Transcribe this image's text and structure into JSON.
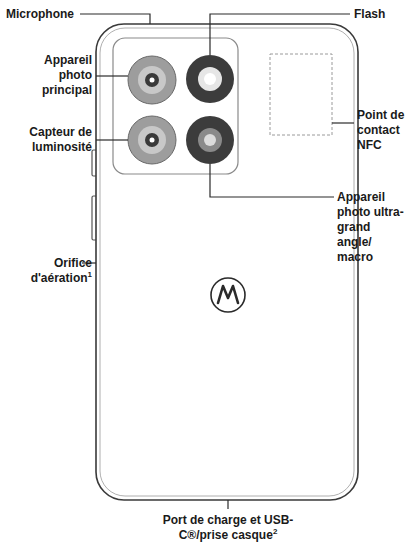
{
  "diagram": {
    "labels": [
      "Microphone",
      "Flash",
      "Appareil photo principal",
      "Capteur de luminosité",
      "Point de contact NFC",
      "Appareil photo ultra-grand angle/ macro",
      "Orifice d'aération",
      "1",
      "Port de charge et USB-C®/prise casque",
      "2"
    ]
  }
}
